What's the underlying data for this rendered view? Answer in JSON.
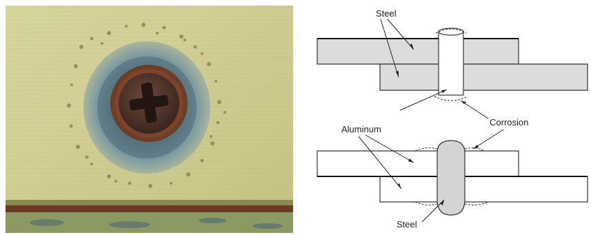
{
  "diagram": {
    "labels": {
      "steel_top": "Steel",
      "aluminum": "Aluminum",
      "corrosion": "Corrosion",
      "steel_bottom": "Steel"
    }
  }
}
